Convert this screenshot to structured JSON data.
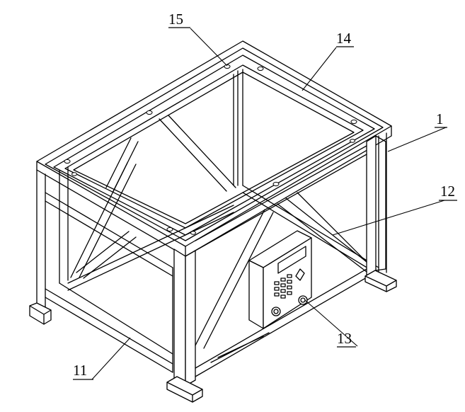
{
  "labels": [
    {
      "id": "label-15",
      "text": "15"
    },
    {
      "id": "label-14",
      "text": "14"
    },
    {
      "id": "label-1",
      "text": "1"
    },
    {
      "id": "label-12",
      "text": "12"
    },
    {
      "id": "label-13",
      "text": "13"
    },
    {
      "id": "label-11",
      "text": "11"
    }
  ],
  "colors": {
    "line": "#000000",
    "background": "#ffffff"
  }
}
